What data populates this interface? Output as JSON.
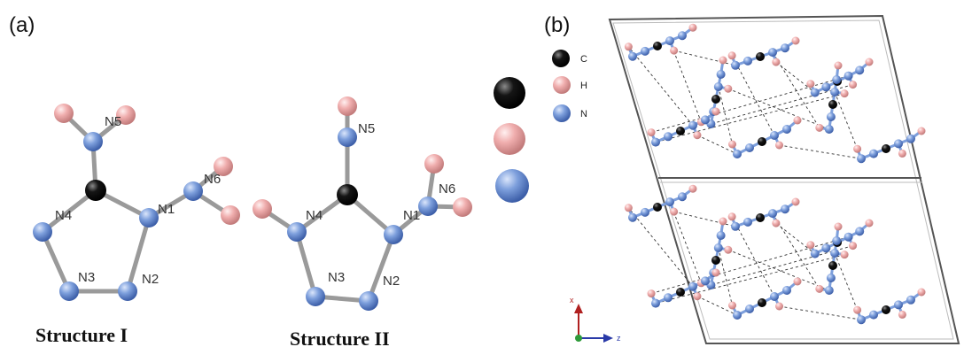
{
  "panels": {
    "a": {
      "label": "(a)"
    },
    "b": {
      "label": "(b)"
    }
  },
  "structures": [
    {
      "title": "Structure I",
      "atoms": [
        "N1",
        "N2",
        "N3",
        "N4",
        "N5",
        "N6"
      ]
    },
    {
      "title": "Structure II",
      "atoms": [
        "N1",
        "N2",
        "N3",
        "N4",
        "N5",
        "N6"
      ]
    }
  ],
  "legend": {
    "items": [
      {
        "symbol": "C",
        "color": "#000000"
      },
      {
        "symbol": "H",
        "color": "#f0a8a8"
      },
      {
        "symbol": "N",
        "color": "#6f93d6"
      }
    ]
  },
  "axes": {
    "x": "x",
    "z": "z"
  },
  "colors": {
    "carbon": "#000000",
    "hydrogen": "#f0a8a8",
    "nitrogen": "#6f93d6",
    "bond": "#9a9a9a",
    "cell": "#555555",
    "hbond": "#333333"
  }
}
